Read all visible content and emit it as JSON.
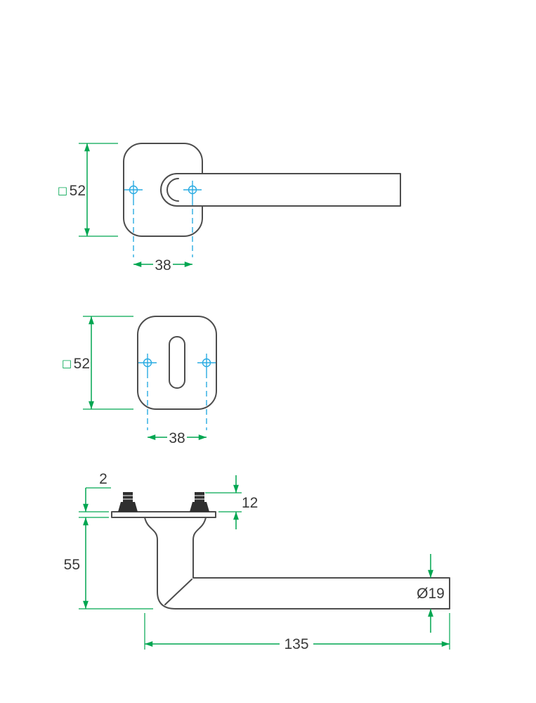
{
  "drawing": {
    "background": "#ffffff",
    "colors": {
      "outline": "#4d4d4d",
      "dim": "#00a651",
      "centerline": "#29abe2",
      "label": "#3a3a3a",
      "screw": "#2f2f2f"
    },
    "views": {
      "lever_rose_top": {
        "dims": {
          "square_symbol": "□",
          "rose_size": "52",
          "screw_spacing": "38"
        }
      },
      "key_rose": {
        "dims": {
          "square_symbol": "□",
          "rose_size": "52",
          "screw_spacing": "38"
        }
      },
      "side_profile": {
        "dims": {
          "rose_thickness": "2",
          "stud_height": "12",
          "projection": "55",
          "grip_diameter": "Ø19",
          "length": "135"
        }
      }
    }
  }
}
